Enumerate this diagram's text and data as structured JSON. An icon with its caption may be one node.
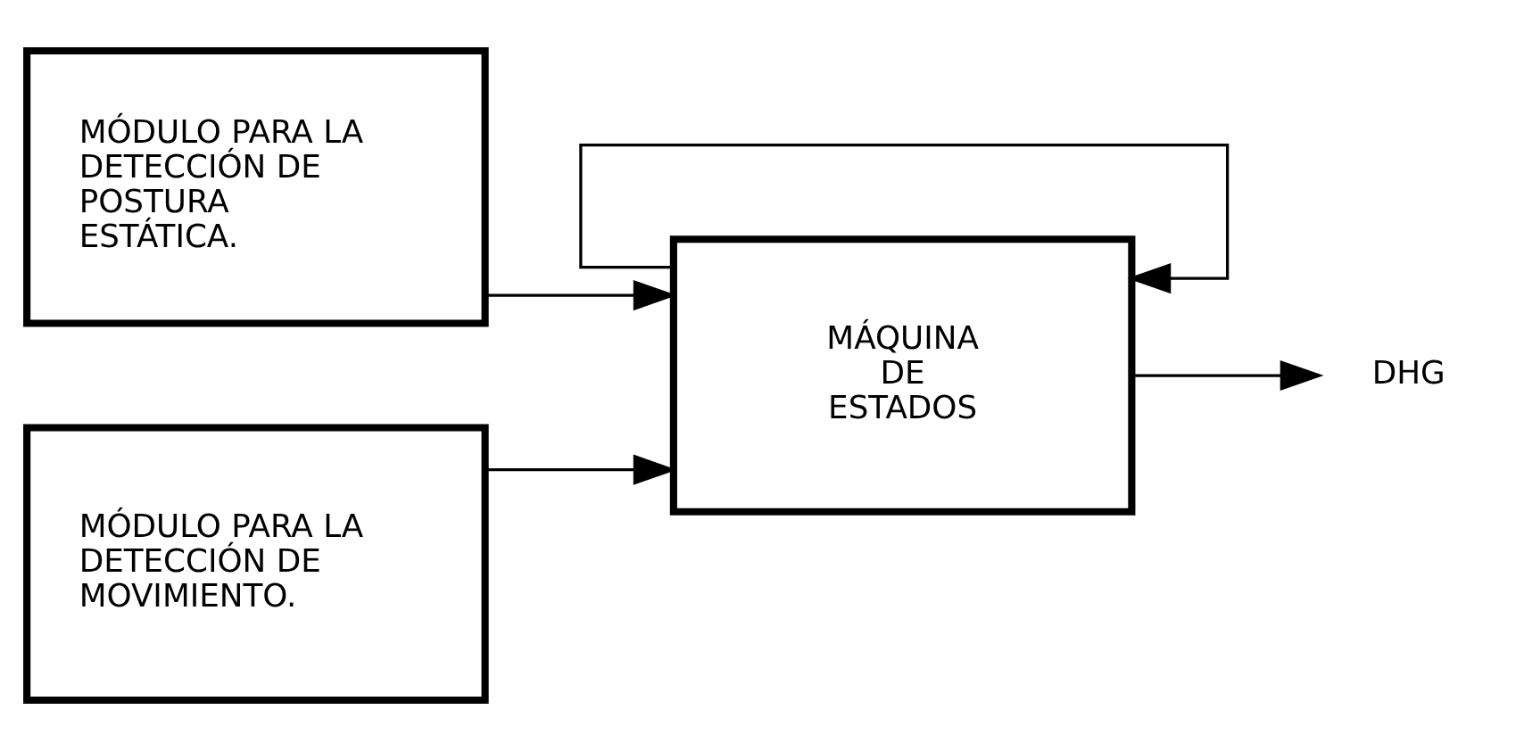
{
  "diagram": {
    "nodes": [
      {
        "text": [
          "MÓDULO PARA LA DETECCIÓN DE POSTURA ESTÁTICA."
        ]
      },
      {
        "text": [
          "MÓDULO PARA LA DETECCIÓN DE MOVIMIENTO."
        ]
      },
      {
        "text": [
          "MÁQUINA DE ESTADOS"
        ]
      },
      {
        "text": [
          "DHG"
        ]
      }
    ],
    "edges": [
      {
        "from": 0,
        "to": 2,
        "arrow": "to"
      },
      {
        "from": 1,
        "to": 2,
        "arrow": "to"
      },
      {
        "from": 2,
        "to": 2,
        "arrow": "to"
      },
      {
        "from": 2,
        "to": 3,
        "arrow": "to"
      }
    ]
  }
}
